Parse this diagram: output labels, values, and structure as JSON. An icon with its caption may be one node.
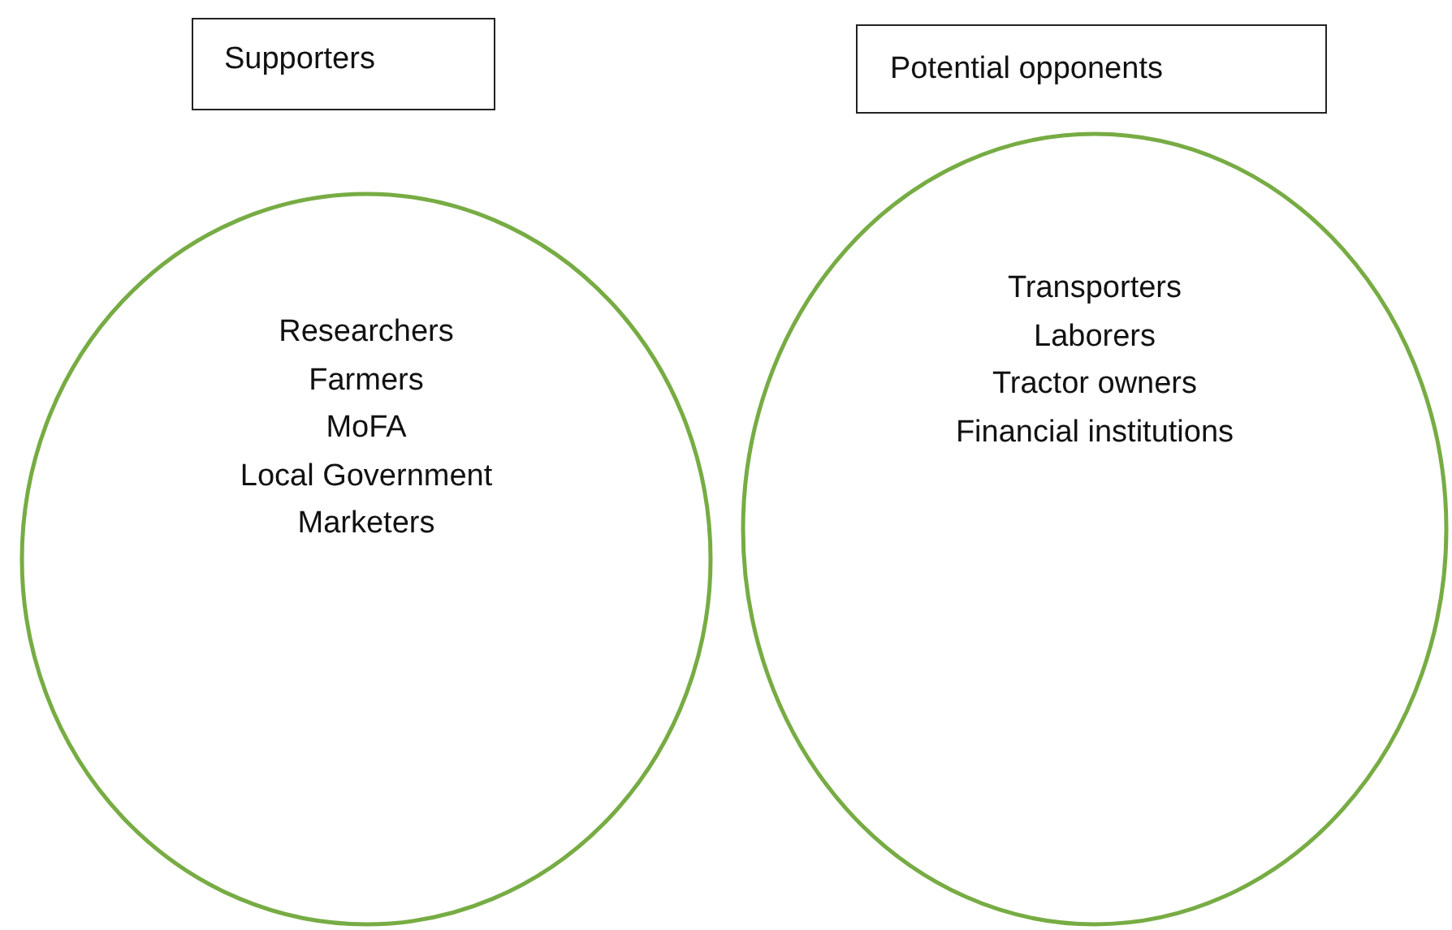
{
  "diagram": {
    "nodes": [
      {
        "text": [
          "Supporters"
        ]
      },
      {
        "text": [
          "Potential opponents"
        ]
      },
      {
        "text": [
          "Researchers",
          "Farmers",
          "MoFA",
          "Local Government",
          "Marketers"
        ]
      },
      {
        "text": [
          "Transporters",
          "Laborers",
          "Tractor owners",
          "Financial institutions"
        ]
      }
    ]
  }
}
